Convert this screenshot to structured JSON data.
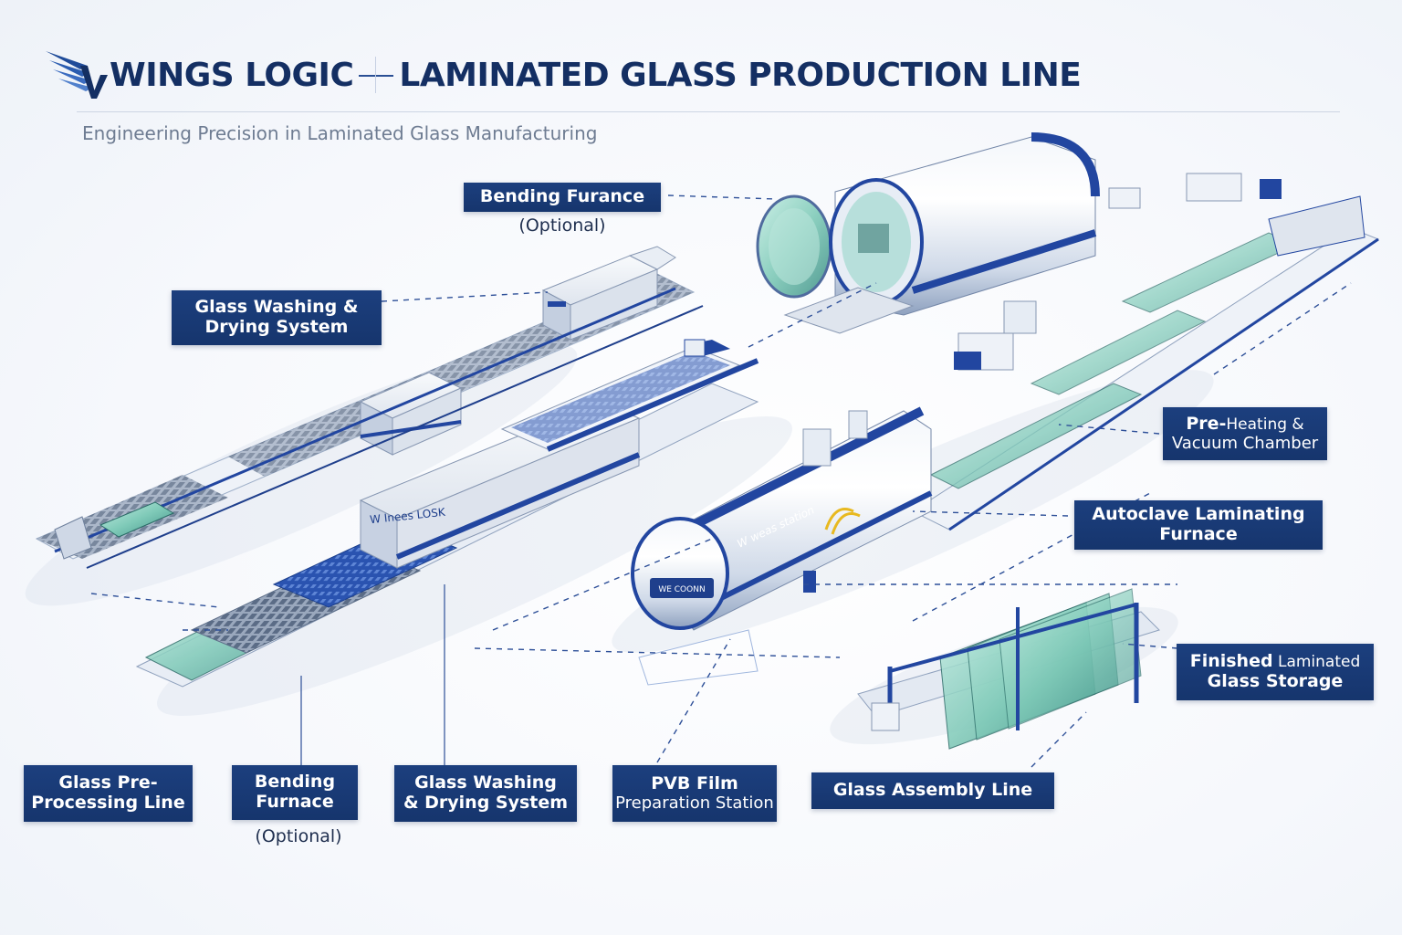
{
  "header": {
    "brand": "WINGS LOGIC",
    "title": "LAMINATED GLASS PRODUCTION LINE",
    "subtitle": "Engineering Precision in Laminated Glass Manufacturing",
    "logo_icon": "wing-logo-icon"
  },
  "colors": {
    "brand_navy": "#142f63",
    "label_bg": "#1a3b76",
    "machine_blue": "#2246a0",
    "glass_green": "#8fd4c4",
    "connector": "#2d4f98"
  },
  "machine_markings": {
    "bending_furnace_panel": "W Inees LOSK",
    "autoclave_body": "W weas station",
    "autoclave_door": "WE COONN"
  },
  "labels": {
    "top_bending": {
      "line1": "Bending Furance",
      "note": "(Optional)"
    },
    "top_washing": {
      "line1": "Glass Washing &",
      "line2": "Drying System"
    },
    "pre_heating": {
      "line1a": "Pre-",
      "line1b": "Heating &",
      "line2": "Vacuum Chamber"
    },
    "autoclave": {
      "line1": "Autoclave Laminating",
      "line2": "Furnace"
    },
    "finished": {
      "line1a": "Finished",
      "line1b": " Laminated",
      "line2": "Glass Storage"
    },
    "pre_processing": {
      "line1": "Glass Pre-",
      "line2": "Processing Line"
    },
    "bottom_bending": {
      "line1": "Bending",
      "line2": "Furnace",
      "note": "(Optional)"
    },
    "bottom_washing": {
      "line1": "Glass Washing",
      "line2": "& Drying System"
    },
    "pvb": {
      "line1": "PVB Film",
      "line2": "Preparation Station"
    },
    "assembly": {
      "line1": "Glass Assembly Line"
    }
  }
}
